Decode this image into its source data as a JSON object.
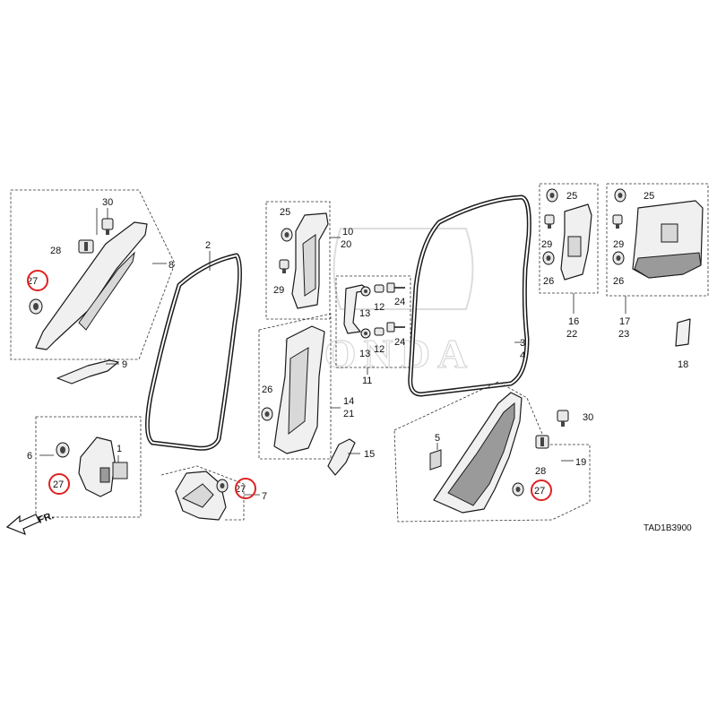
{
  "diagram": {
    "code": "TAD1B3900",
    "front_indicator": "FR.",
    "watermark_text": "HONDA",
    "highlight_color": "#e02020",
    "callouts": {
      "c1": "1",
      "c2": "2",
      "c3": "3",
      "c4": "4",
      "c5": "5",
      "c6": "6",
      "c7": "7",
      "c8": "8",
      "c9": "9",
      "c10": "10",
      "c20": "20",
      "c11": "11",
      "c12a": "12",
      "c12b": "12",
      "c13a": "13",
      "c13b": "13",
      "c14": "14",
      "c21": "21",
      "c15": "15",
      "c16": "16",
      "c22": "22",
      "c17": "17",
      "c23": "23",
      "c18": "18",
      "c19": "19",
      "c24a": "24",
      "c24b": "24",
      "c25a": "25",
      "c25b": "25",
      "c25c": "25",
      "c26a": "26",
      "c26b": "26",
      "c26c": "26",
      "c27a": "27",
      "c27b": "27",
      "c27c": "27",
      "c27d": "27",
      "c28a": "28",
      "c28b": "28",
      "c29a": "29",
      "c29b": "29",
      "c29c": "29",
      "c30a": "30",
      "c30b": "30"
    }
  }
}
